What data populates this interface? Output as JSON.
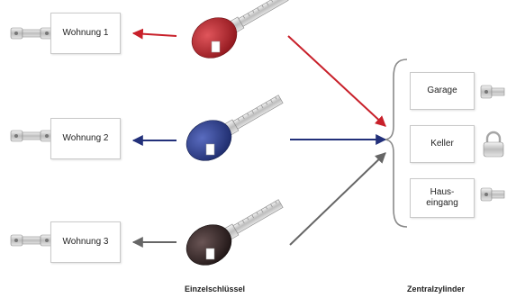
{
  "units_left": [
    {
      "label": "Wohnung 1",
      "key_color": "#b5242b",
      "arrow_color": "#c8202a"
    },
    {
      "label": "Wohnung 2",
      "key_color": "#2c3f8c",
      "arrow_color": "#22307a"
    },
    {
      "label": "Wohnung 3",
      "key_color": "#3a2a2a",
      "arrow_color": "#6b6b6b"
    }
  ],
  "units_right": [
    {
      "label": "Garage"
    },
    {
      "label": "Keller"
    },
    {
      "label_line1": "Haus-",
      "label_line2": "eingang"
    }
  ],
  "captions": {
    "keys": "Einzelschlüssel",
    "cylinders": "Zentralzylinder"
  },
  "icons": {
    "lock_cylinder": "lock-cylinder-icon",
    "padlock": "padlock-icon",
    "key": "key-icon"
  }
}
